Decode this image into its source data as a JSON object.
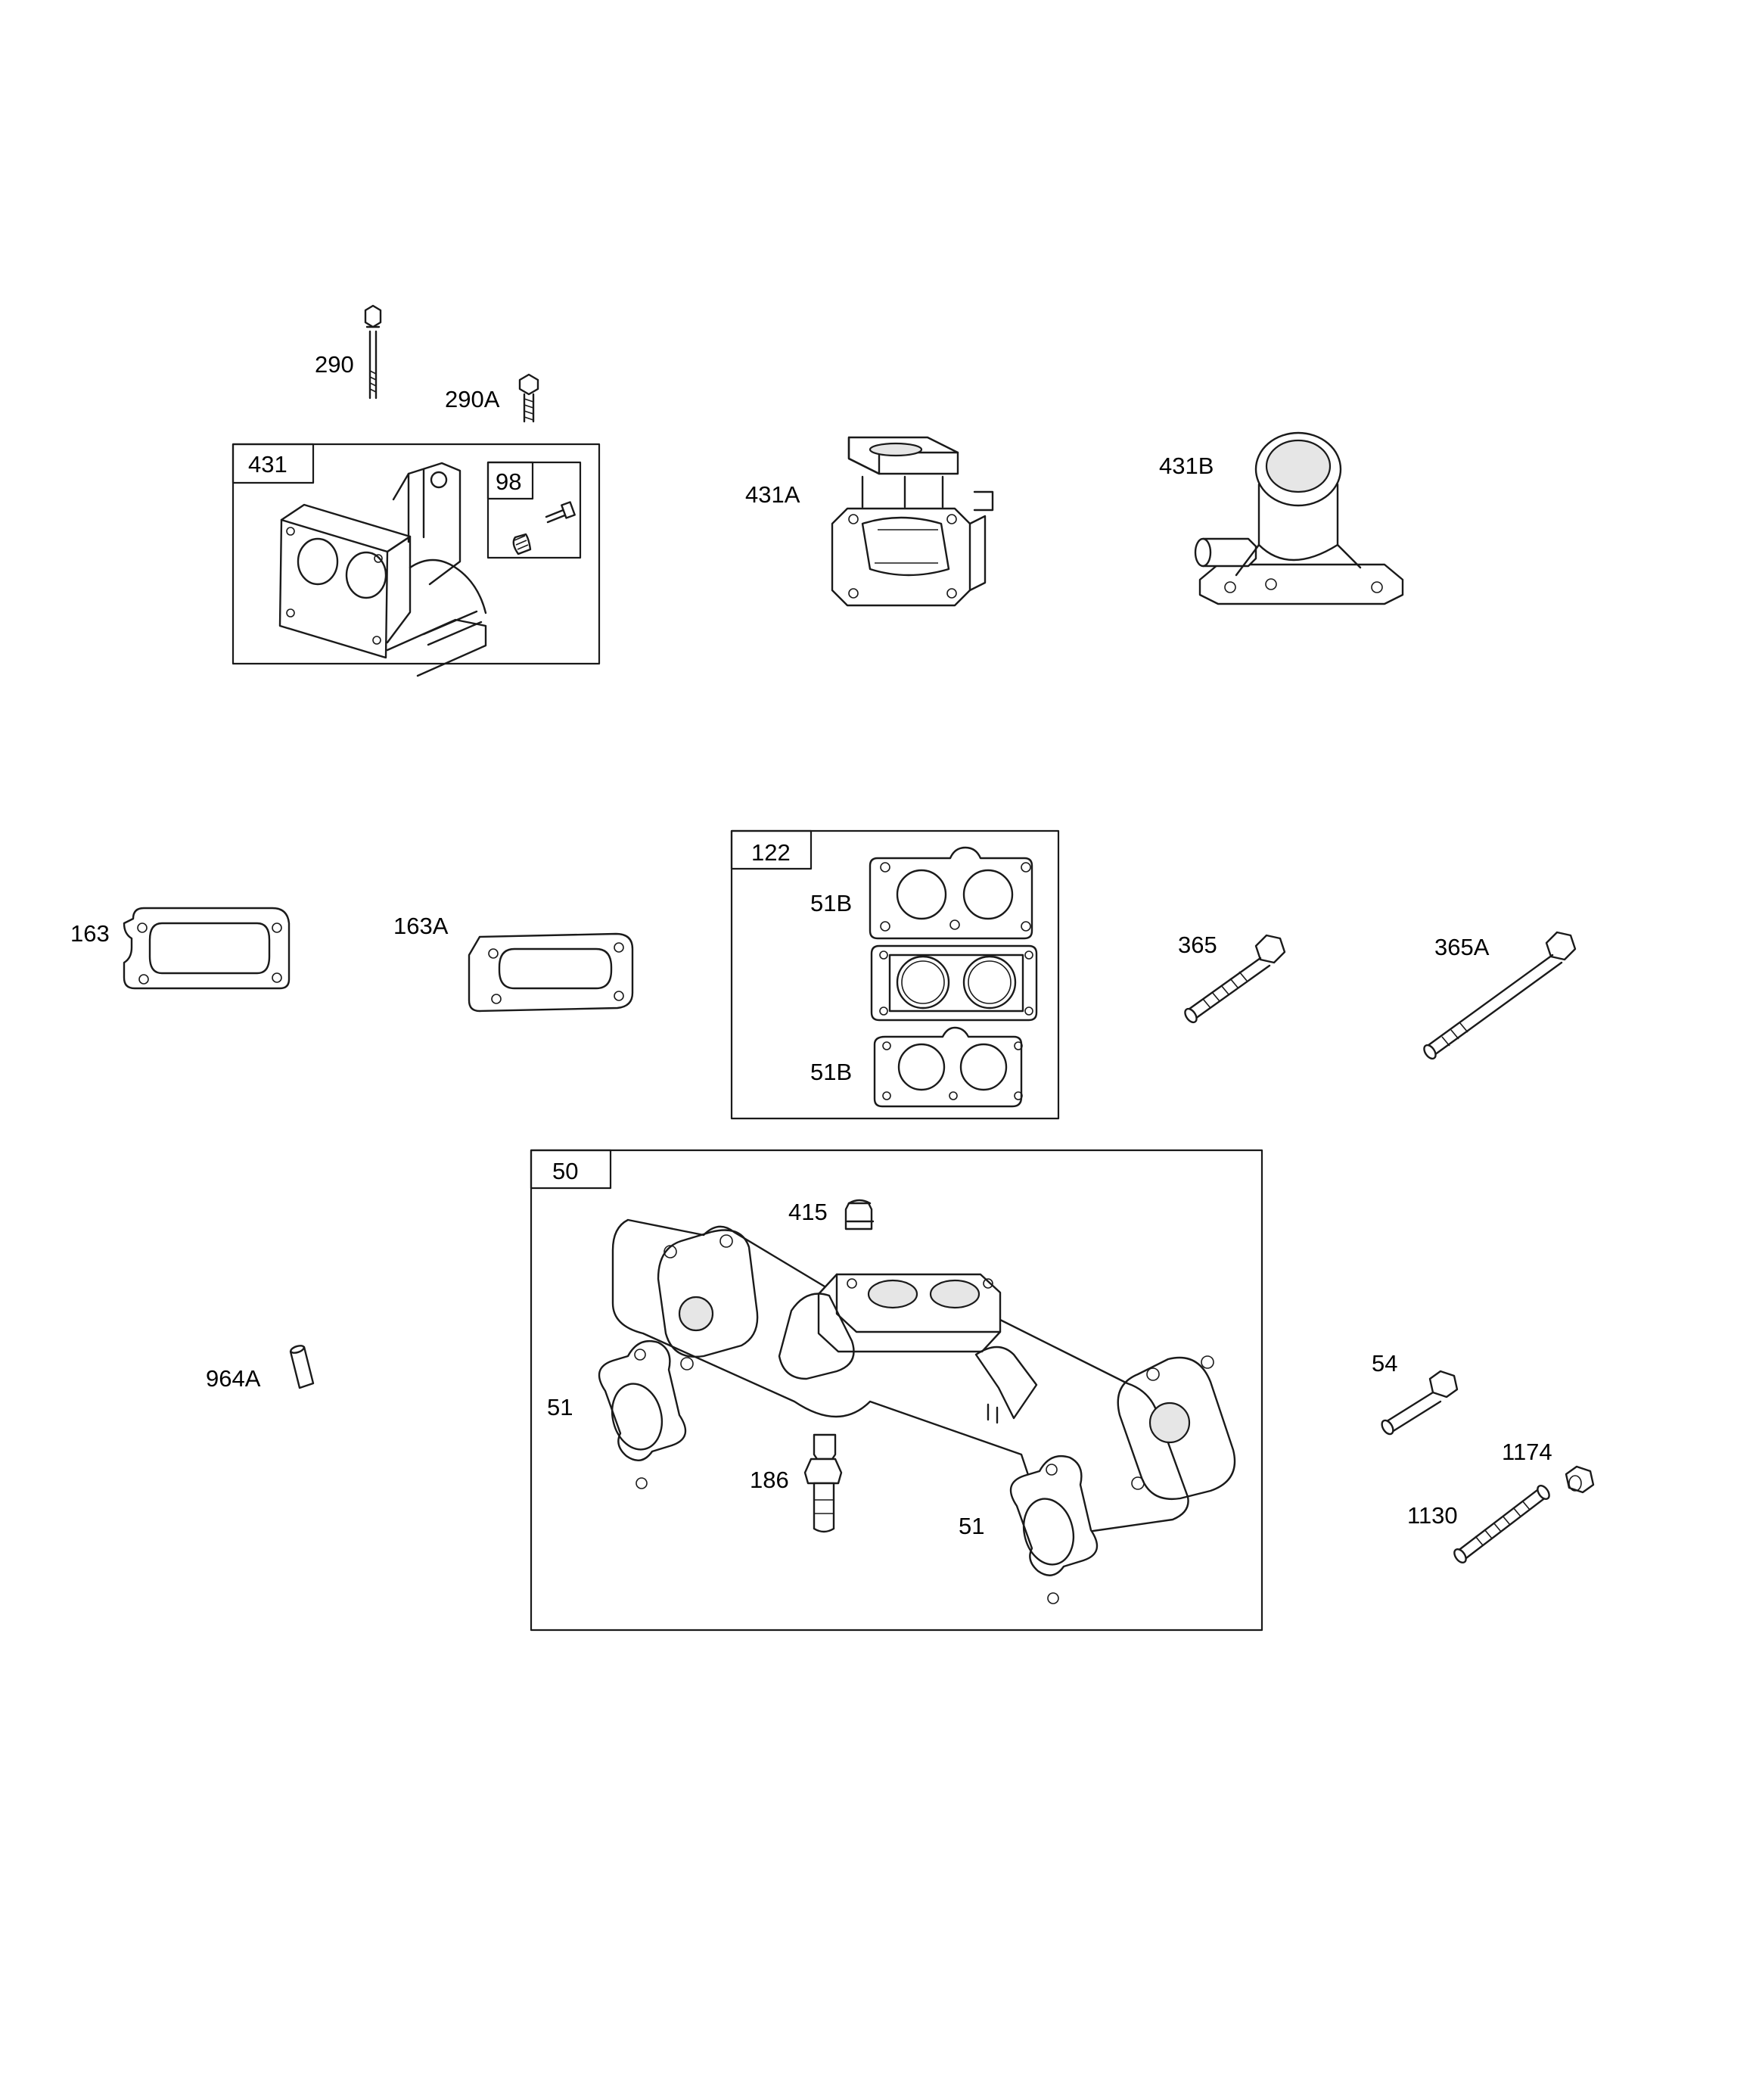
{
  "callouts": {
    "c290": "290",
    "c290a": "290A",
    "c431": "431",
    "c98": "98",
    "c431a": "431A",
    "c431b": "431B",
    "c163": "163",
    "c163a": "163A",
    "c122": "122",
    "c51b_top": "51B",
    "c51b_bottom": "51B",
    "c365": "365",
    "c365a": "365A",
    "c50": "50",
    "c415": "415",
    "c964a": "964A",
    "c51_left": "51",
    "c186": "186",
    "c51_right": "51",
    "c54": "54",
    "c1174": "1174",
    "c1130": "1130"
  }
}
